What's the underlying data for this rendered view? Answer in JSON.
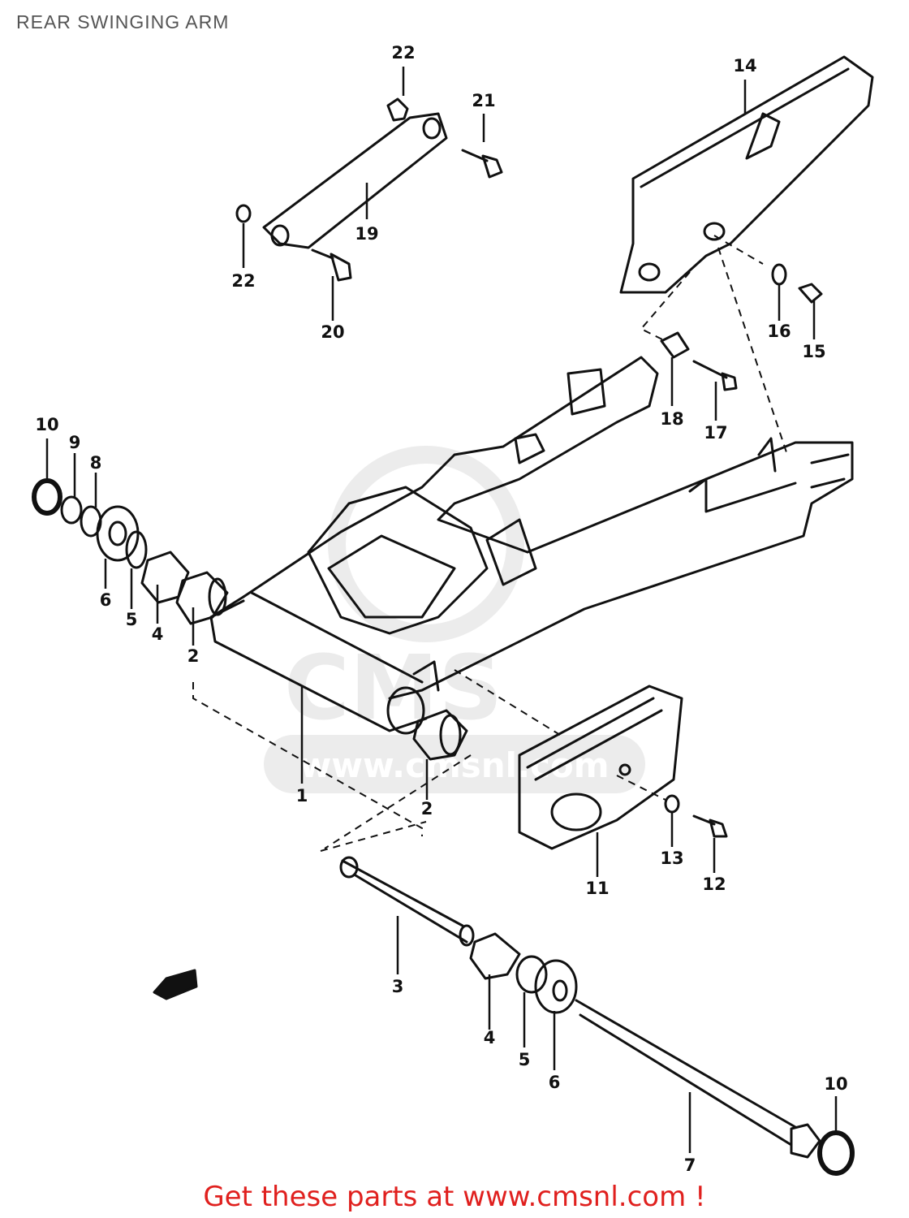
{
  "page": {
    "title": "REAR SWINGING ARM"
  },
  "footer": {
    "link_text": "Get these parts at www.cmsnl.com !"
  },
  "watermark": {
    "brand": "CMS",
    "url": "www.cmsnl.com"
  },
  "diagram": {
    "callouts": [
      {
        "id": "c22a",
        "text": "22"
      },
      {
        "id": "c21",
        "text": "21"
      },
      {
        "id": "c14",
        "text": "14"
      },
      {
        "id": "c19",
        "text": "19"
      },
      {
        "id": "c22b",
        "text": "22"
      },
      {
        "id": "c20",
        "text": "20"
      },
      {
        "id": "c16",
        "text": "16"
      },
      {
        "id": "c15",
        "text": "15"
      },
      {
        "id": "c18",
        "text": "18"
      },
      {
        "id": "c17",
        "text": "17"
      },
      {
        "id": "c10a",
        "text": "10"
      },
      {
        "id": "c9",
        "text": "9"
      },
      {
        "id": "c8",
        "text": "8"
      },
      {
        "id": "c6a",
        "text": "6"
      },
      {
        "id": "c5a",
        "text": "5"
      },
      {
        "id": "c4a",
        "text": "4"
      },
      {
        "id": "c2a",
        "text": "2"
      },
      {
        "id": "c1",
        "text": "1"
      },
      {
        "id": "c2b",
        "text": "2"
      },
      {
        "id": "c13",
        "text": "13"
      },
      {
        "id": "c12",
        "text": "12"
      },
      {
        "id": "c11",
        "text": "11"
      },
      {
        "id": "c3",
        "text": "3"
      },
      {
        "id": "c4b",
        "text": "4"
      },
      {
        "id": "c5b",
        "text": "5"
      },
      {
        "id": "c6b",
        "text": "6"
      },
      {
        "id": "c10b",
        "text": "10"
      },
      {
        "id": "c7",
        "text": "7"
      }
    ]
  }
}
